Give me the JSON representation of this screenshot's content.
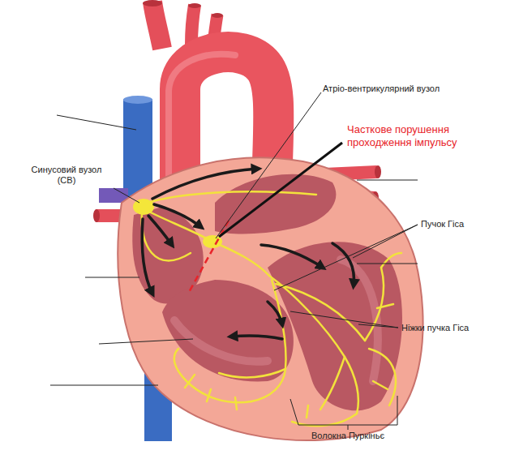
{
  "diagram": {
    "labels": [
      "Атріо-вентрикулярний вузол",
      "Часткове порушення проходження імпульсу",
      "Синусовий вузол (СВ)",
      "Пучок Гіса",
      "Ніжки пучка Гіса",
      "Волокна Пуркіньє"
    ]
  }
}
